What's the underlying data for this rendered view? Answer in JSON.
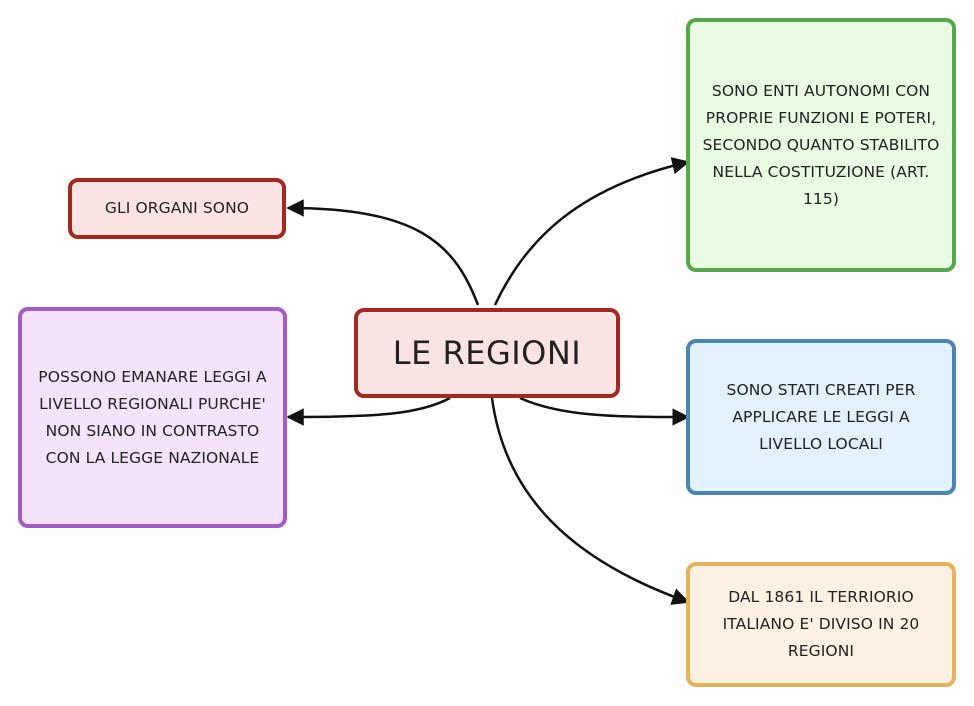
{
  "central": {
    "label": "LE REGIONI",
    "fill": "#fde4e4",
    "border": "#a3281f"
  },
  "nodes": [
    {
      "id": "organi",
      "label": "GLI ORGANI SONO",
      "fill": "#fde4e4",
      "border": "#a3281f"
    },
    {
      "id": "leggi",
      "label": "POSSONO EMANARE LEGGI A LIVELLO REGIONALI PURCHE' NON SIANO IN CONTRASTO CON LA LEGGE NAZIONALE",
      "fill": "#f4e3fb",
      "border": "#a55bc6"
    },
    {
      "id": "enti",
      "label": "SONO ENTI AUTONOMI CON PROPRIE FUNZIONI E POTERI, SECONDO QUANTO STABILITO NELLA COSTITUZIONE (ART. 115)",
      "fill": "#e9fbe3",
      "border": "#55a747"
    },
    {
      "id": "stati",
      "label": "SONO STATI CREATI PER APPLICARE LE LEGGI A LIVELLO LOCALI",
      "fill": "#e3f1fd",
      "border": "#4a86b3"
    },
    {
      "id": "dal",
      "label": "DAL 1861 IL TERRIORIO ITALIANO E' DIVISO IN 20 REGIONI",
      "fill": "#fdf1e3",
      "border": "#e6b25c"
    }
  ],
  "connector_color": "#111111"
}
